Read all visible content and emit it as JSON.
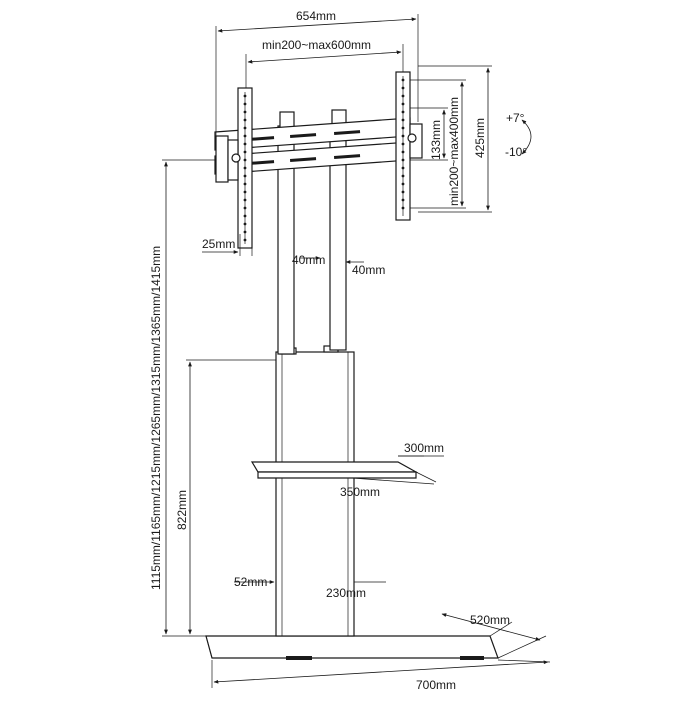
{
  "labels": {
    "overall_width": "654mm",
    "vesa_width": "min200~max600mm",
    "vesa_height": "min200~max400mm",
    "bracket_height": "133mm",
    "total_height": "425mm",
    "tilt_up": "+7°",
    "tilt_down": "-10°",
    "height_range": "1115mm/1165mm/1215mm/1265mm/1315mm/1365mm/1415mm",
    "offset": "25mm",
    "pole_left": "40mm",
    "pole_right": "40mm",
    "shelf_height": "822mm",
    "shelf_depth": "300mm",
    "shelf_width": "350mm",
    "column_depth": "52mm",
    "column_width": "230mm",
    "base_depth": "520mm",
    "base_width": "700mm"
  },
  "colors": {
    "line": "#1a1a1a",
    "background": "#ffffff"
  }
}
